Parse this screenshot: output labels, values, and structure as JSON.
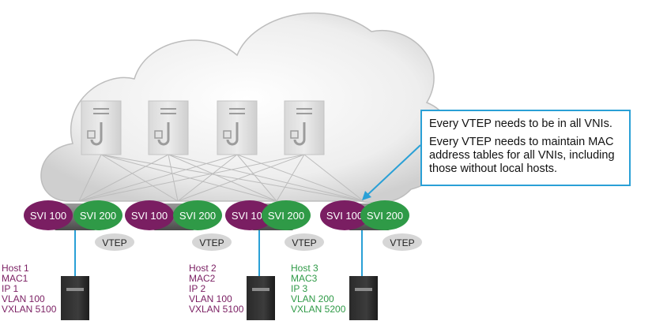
{
  "callout": {
    "line1": "Every VTEP needs to be in all VNIs.",
    "line2": "Every VTEP needs to maintain MAC address tables for all VNIs, including those without local hosts."
  },
  "leaves": [
    {
      "svi_left": "SVI 100",
      "svi_right": "SVI 200",
      "vtep": "VTEP"
    },
    {
      "svi_left": "SVI 100",
      "svi_right": "SVI 200",
      "vtep": "VTEP"
    },
    {
      "svi_left": "SVI 100",
      "svi_right": "SVI 200",
      "vtep": "VTEP"
    },
    {
      "svi_left": "SVI 100",
      "svi_right": "SVI 200",
      "vtep": "VTEP"
    }
  ],
  "hosts": [
    {
      "name": "Host 1",
      "mac": "MAC1",
      "ip": "IP 1",
      "vlan": "VLAN 100",
      "vxlan": "VXLAN 5100",
      "color": "#7a1e62"
    },
    {
      "name": "Host 2",
      "mac": "MAC2",
      "ip": "IP 2",
      "vlan": "VLAN 100",
      "vxlan": "VXLAN 5100",
      "color": "#7a1e62"
    },
    {
      "name": "Host 3",
      "mac": "MAC3",
      "ip": "IP 3",
      "vlan": "VLAN 200",
      "vxlan": "VXLAN 5200",
      "color": "#2f9a47"
    }
  ],
  "colors": {
    "svi_100": "#7a1e62",
    "svi_200": "#2f9a47",
    "link": "#2aa0d6",
    "callout_border": "#2aa0d6"
  }
}
